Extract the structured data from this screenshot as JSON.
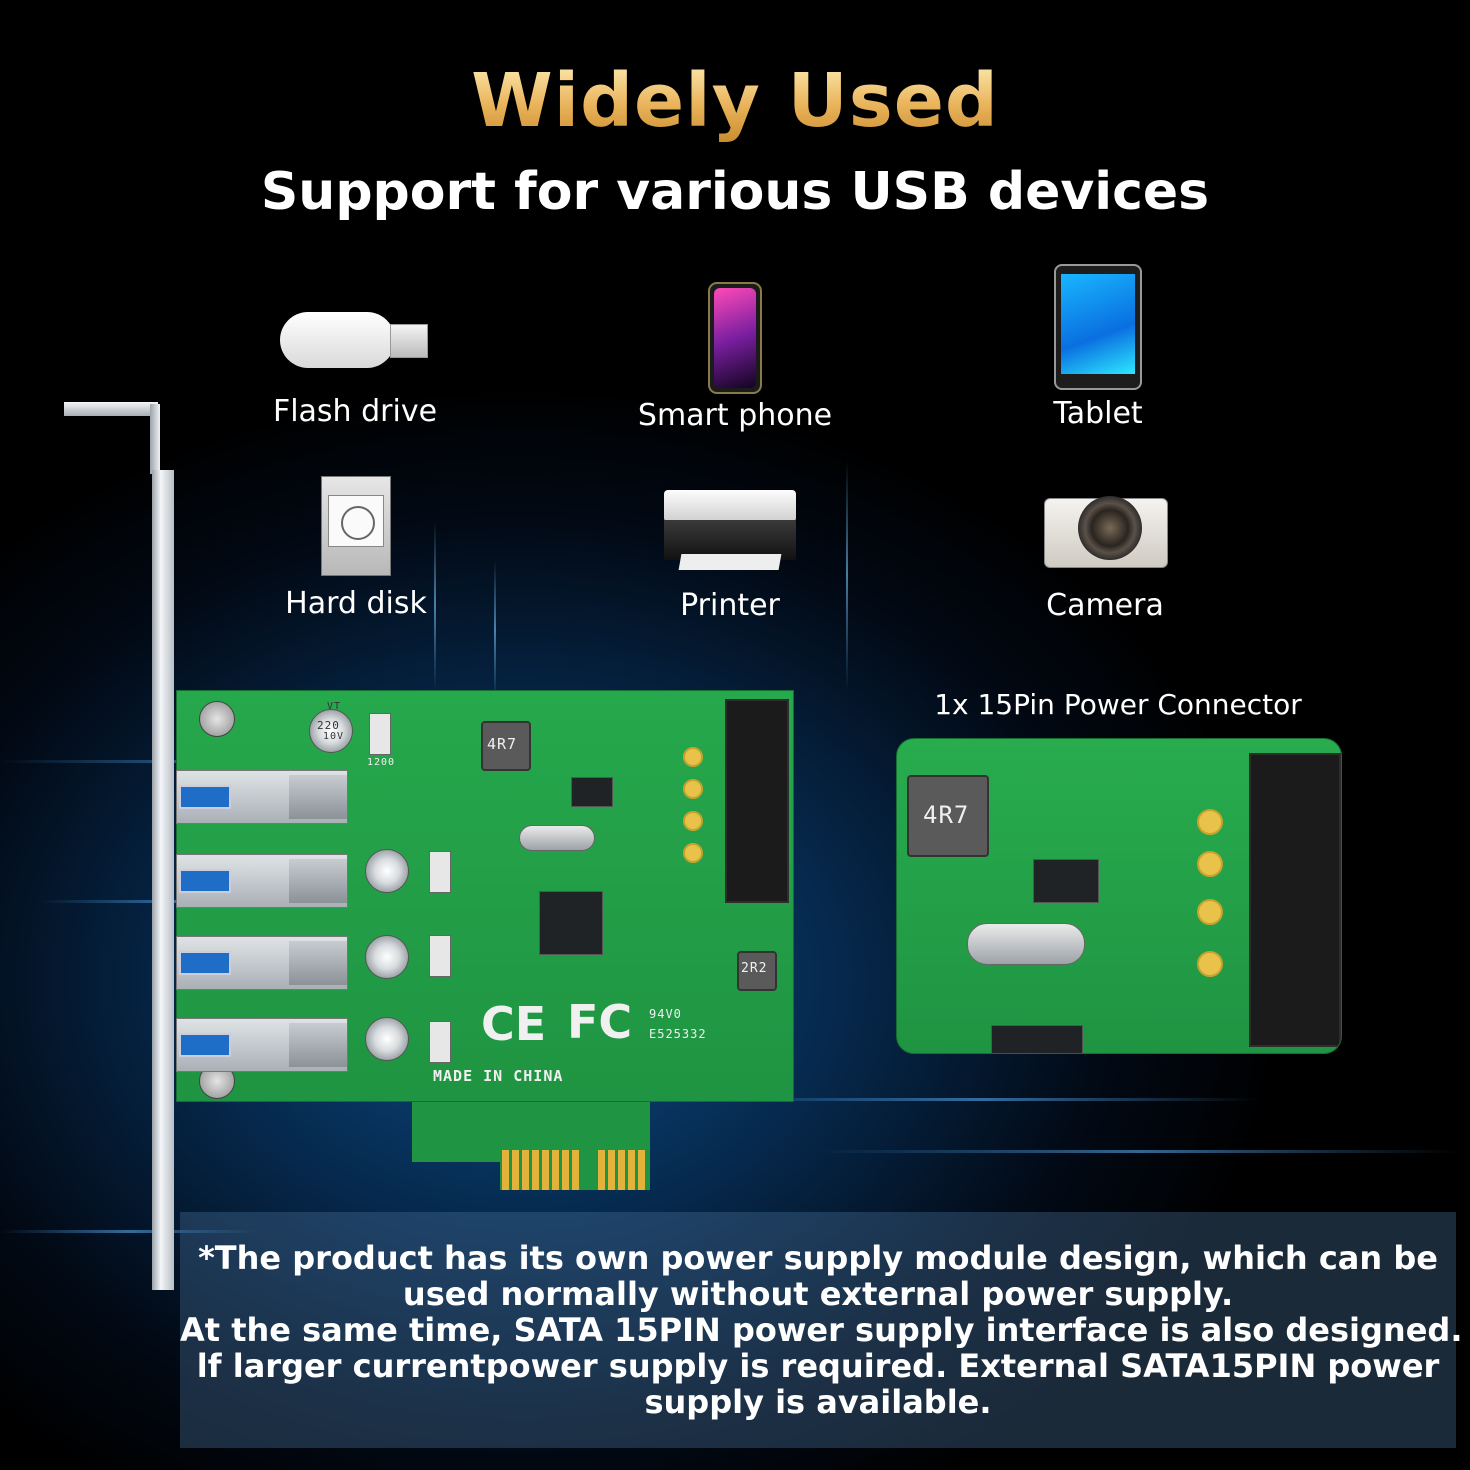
{
  "header": {
    "title": "Widely Used",
    "subtitle": "Support for various USB devices"
  },
  "devices": [
    {
      "label": "Flash drive",
      "icon": "flash-drive-icon"
    },
    {
      "label": "Smart phone",
      "icon": "smartphone-icon"
    },
    {
      "label": "Tablet",
      "icon": "tablet-icon"
    },
    {
      "label": "Hard disk",
      "icon": "hard-disk-icon"
    },
    {
      "label": "Printer",
      "icon": "printer-icon"
    },
    {
      "label": "Camera",
      "icon": "camera-icon"
    }
  ],
  "board": {
    "ce_mark": "CE",
    "fc_mark": "FC",
    "made_in": "MADE IN CHINA",
    "inductor_label": "4R7",
    "inductor2_label": "2R2",
    "cap_label": "220",
    "cap_volt": "10V",
    "cap_code": "VT",
    "cert_code": "94V0",
    "board_code": "E525332",
    "fuse_label": "1200"
  },
  "detail": {
    "caption": "1x 15Pin Power Connector",
    "inductor_label": "4R7"
  },
  "note": {
    "lines": [
      "*The product has its own power supply module design, which can be",
      "used normally without external power supply.",
      "At the same time, SATA 15PIN power supply interface is also designed.",
      "lf larger currentpower supply is required. External SATA15PIN power",
      "supply is available."
    ]
  },
  "colors": {
    "title_gold": "#e9b35a",
    "pcb_green": "#1f9442",
    "background": "#000000",
    "glow_blue": "#0b4b86"
  }
}
